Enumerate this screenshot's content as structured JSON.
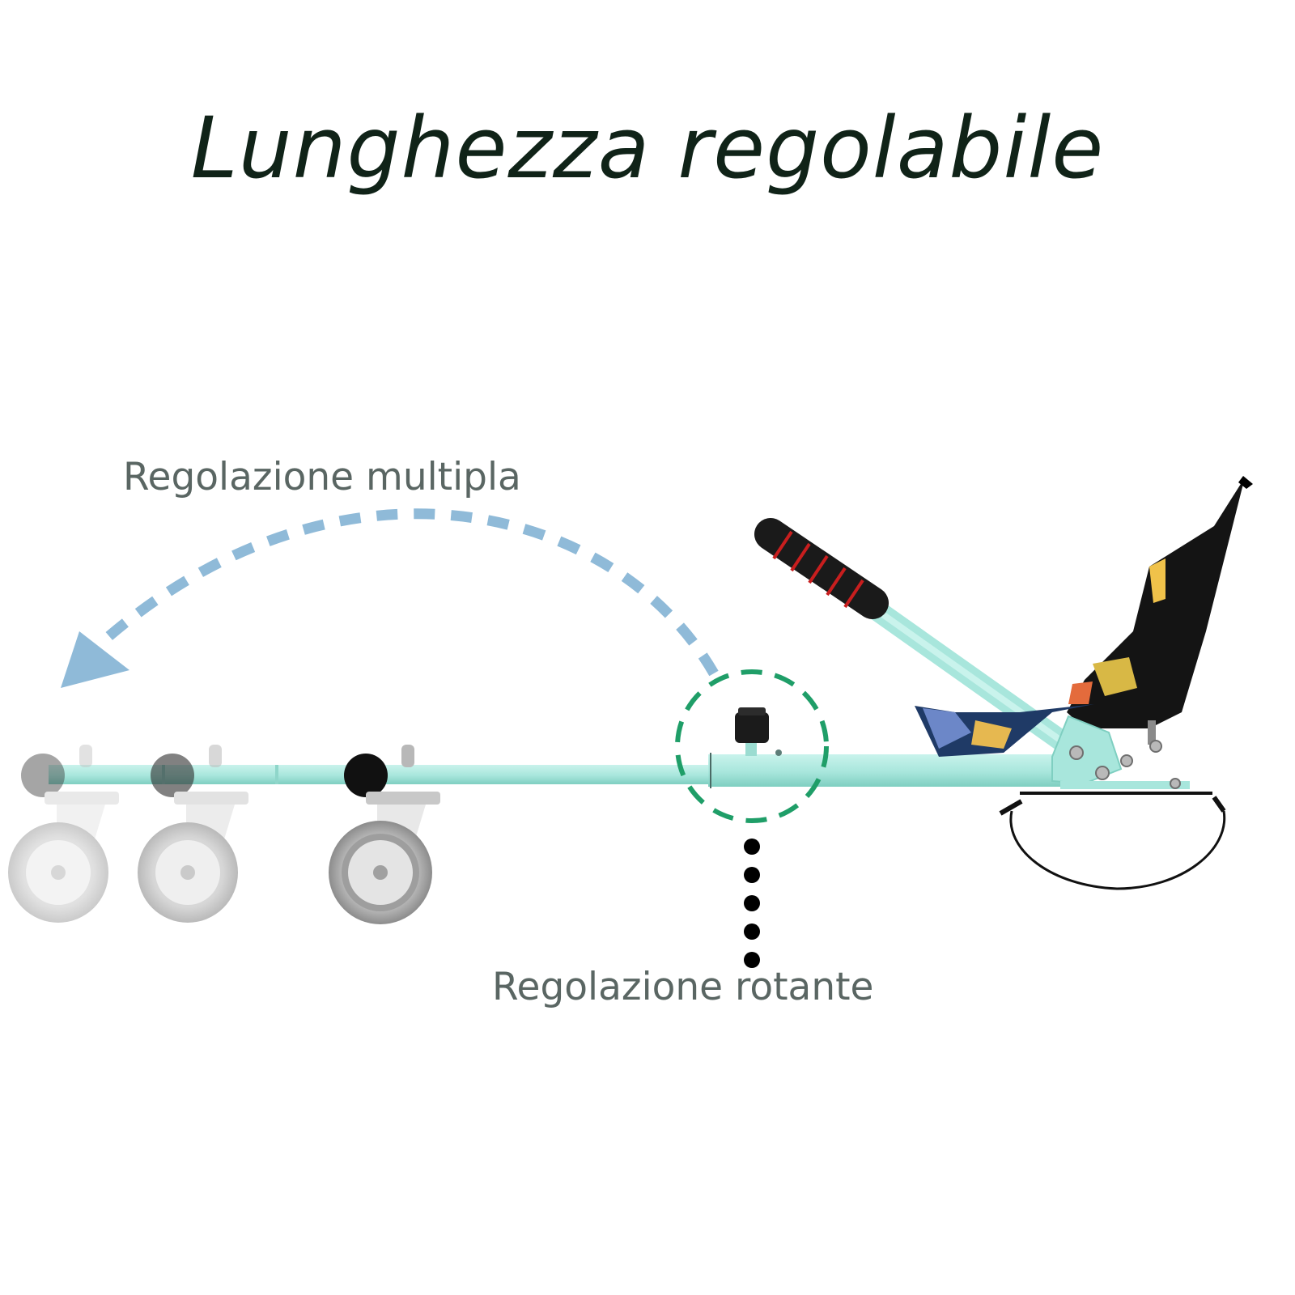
{
  "title": "Lunghezza regolabile",
  "labels": {
    "multiple_adjustment": "Regolazione multipla",
    "rotating_adjustment": "Regolazione rotante"
  },
  "colors": {
    "title_text": "#102318",
    "label_text": "#5a6663",
    "frame": "#a8e6dc",
    "frame_shadow": "#7fcfc1",
    "arrow": "#8fbad8",
    "highlight_circle": "#1f9e68",
    "dots": "#000000",
    "handle_grip": "#1a1a1a",
    "grip_stripe": "#c81e1e",
    "seat": "#121212"
  },
  "icons": {
    "arrow": "curved-dashed-arrow-left",
    "highlight": "dashed-circle"
  }
}
